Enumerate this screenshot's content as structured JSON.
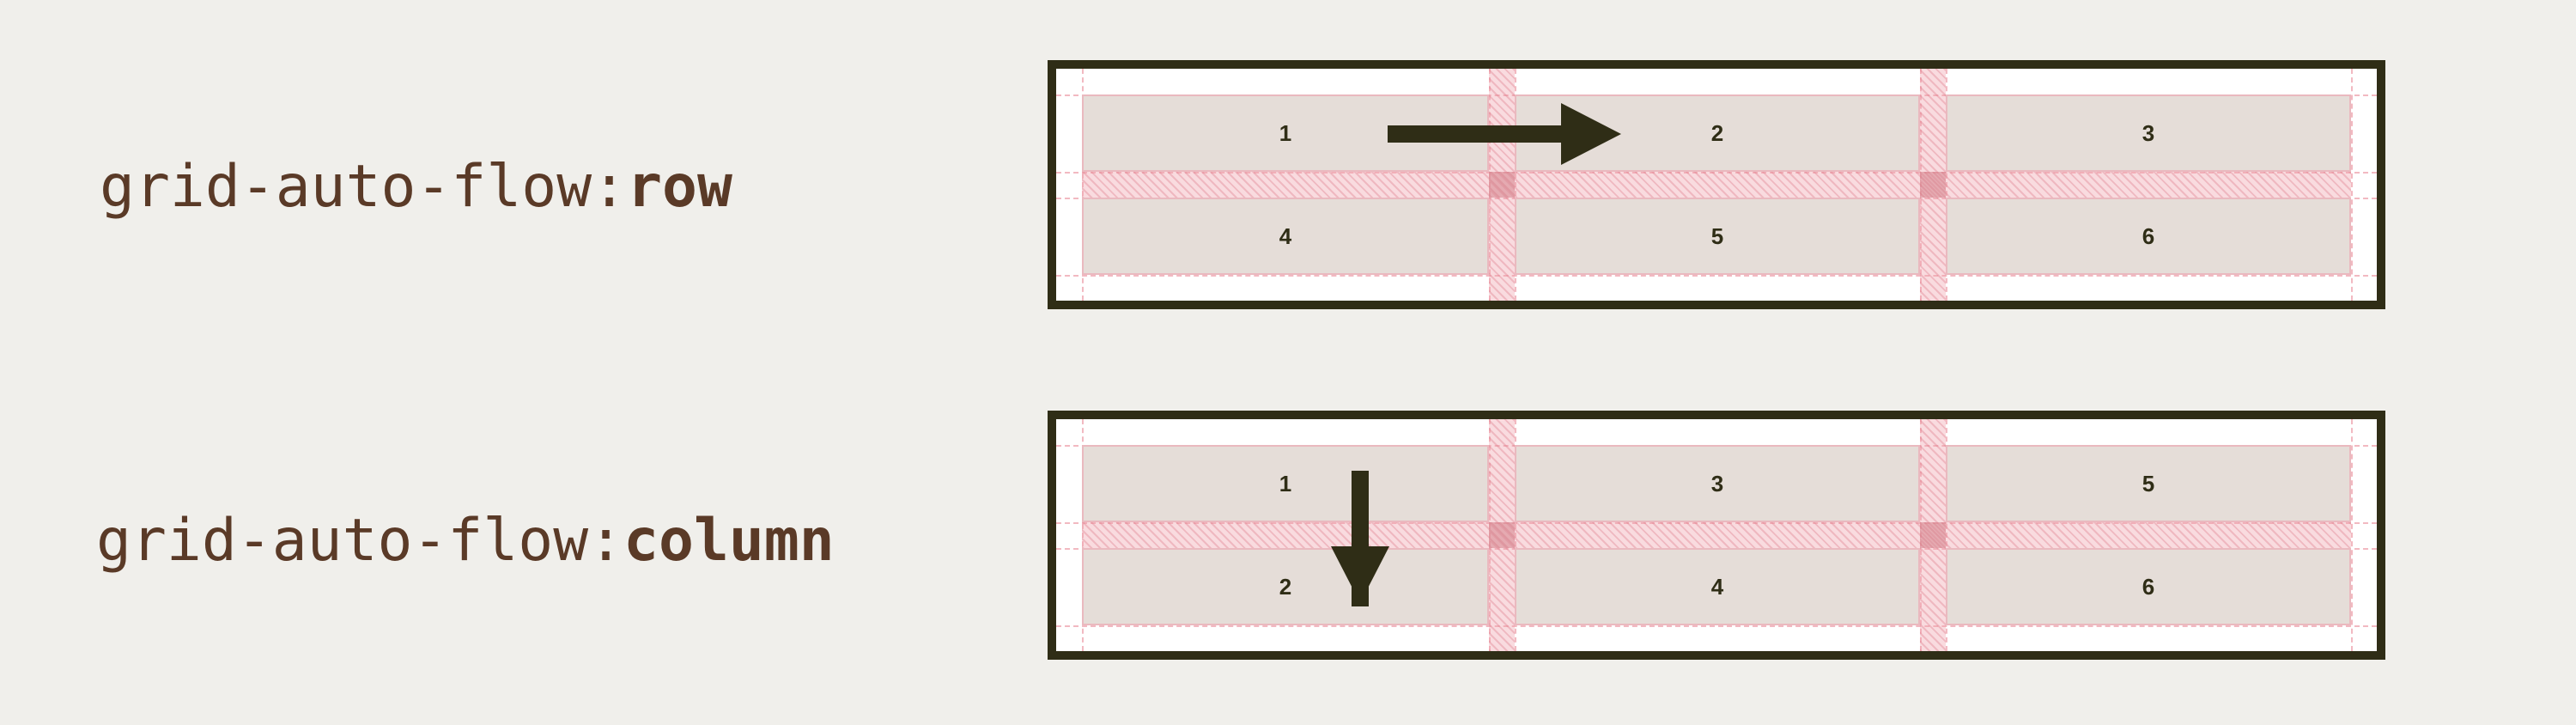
{
  "examples": [
    {
      "id": "row",
      "label_prop": "grid-auto-flow:",
      "label_value": "row",
      "cells": [
        "1",
        "2",
        "3",
        "4",
        "5",
        "6"
      ],
      "arrow_direction": "right"
    },
    {
      "id": "column",
      "label_prop": "grid-auto-flow:",
      "label_value": "column",
      "cells": [
        "1",
        "3",
        "5",
        "2",
        "4",
        "6"
      ],
      "arrow_direction": "down"
    }
  ],
  "colors": {
    "background": "#f0efeb",
    "label_text": "#5a3a27",
    "container_border": "#2f2d16",
    "cell_fill": "#e5ddd8",
    "gap_fill": "#f0a0ac",
    "arrow": "#2f2d16"
  }
}
